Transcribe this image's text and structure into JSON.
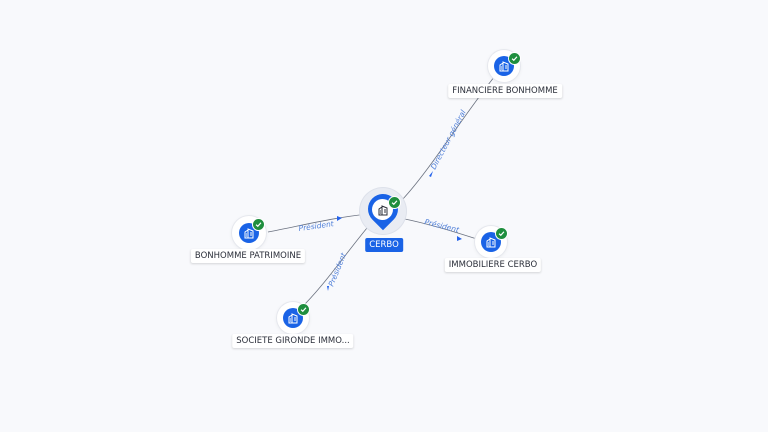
{
  "nodes": {
    "center": {
      "label": "CERBO"
    },
    "financiere": {
      "label": "FINANCIERE BONHOMME"
    },
    "bonhomme": {
      "label": "BONHOMME PATRIMOINE"
    },
    "immobiliere": {
      "label": "IMMOBILIERE CERBO"
    },
    "societe": {
      "label": "SOCIETE GIRONDE IMMO..."
    }
  },
  "edges": {
    "financiere": {
      "label": "Directeur général"
    },
    "bonhomme": {
      "label": "Président"
    },
    "immobiliere": {
      "label": "Président"
    },
    "societe": {
      "label": "Président"
    }
  },
  "icons": {
    "company": "building-icon",
    "verified": "check-icon",
    "center": "location-pin-icon"
  },
  "colors": {
    "node": "#1a63e6",
    "verified": "#1e8e3e",
    "edge_label": "#4f7fd8"
  }
}
